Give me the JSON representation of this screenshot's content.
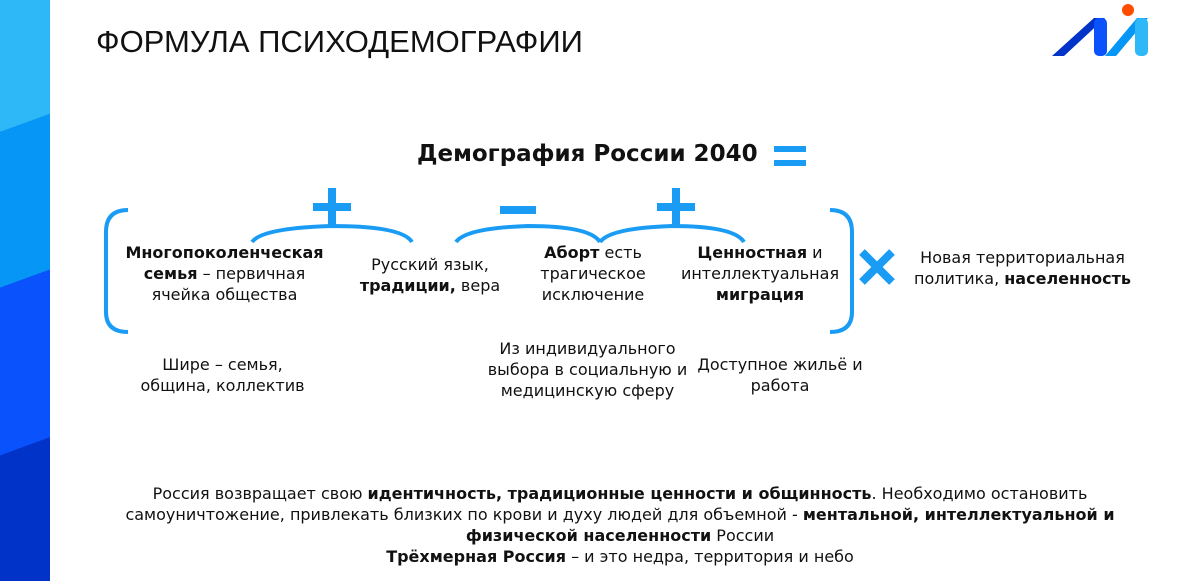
{
  "title": "ФОРМУЛА ПСИХОДЕМОГРАФИИ",
  "heading": "Демография России 2040",
  "colors": {
    "accent": "#1a9cf5",
    "band1": "#2fb8f8",
    "band2": "#0696f5",
    "band3": "#0a52fb",
    "band4": "#0233c8",
    "logo_dot": "#ff4d00"
  },
  "items": {
    "family_bold": "Многопоколенческая семья",
    "family_rest": " –  первичная ячейка общества",
    "language_pre": "Русский язык, ",
    "language_bold": "традиции,",
    "language_post": " вера",
    "abortion_bold": "Аборт",
    "abortion_rest": " есть трагическое исключение",
    "migration_bold1": "Ценностная",
    "migration_mid": " и интеллектуальная ",
    "migration_bold2": "миграция",
    "policy_rest": "Новая территориальная политика, ",
    "policy_bold": "населенность"
  },
  "below": {
    "family": "Шире – семья, община, коллектив",
    "abortion": "Из индивидуального выбора в социальную и медицинскую сферу",
    "migration": "Доступное жильё и работа"
  },
  "footer": {
    "p1": "Россия возвращает свою ",
    "b1": "идентичность, традиционные ценности и общинность",
    "p2": ". Необходимо остановить самоуничтожение, привлекать близких по крови и духу людей для объемной - ",
    "b2": "ментальной, интеллектуальной и физической населенности",
    "p3": " России",
    "b3": "Трёхмерная Россия",
    "p4": " – и это недра, территория и небо"
  }
}
